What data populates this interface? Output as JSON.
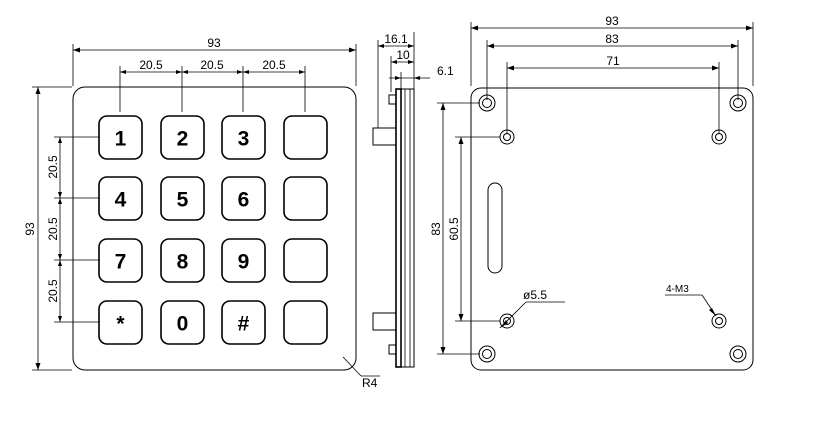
{
  "front_view": {
    "width_label": "93",
    "height_label": "93",
    "pitch_label": "20.5",
    "radius_label": "R4",
    "keys": [
      "1",
      "2",
      "3",
      "",
      "4",
      "5",
      "6",
      "",
      "7",
      "8",
      "9",
      "",
      "*",
      "0",
      "#",
      ""
    ]
  },
  "side_view": {
    "total_depth_label": "16.1",
    "mid_depth_label": "10",
    "plate_label": "6.1"
  },
  "back_view": {
    "width_label": "93",
    "outer_hole_span_label": "83",
    "inner_hole_span_label": "71",
    "height_hole_span_label": "83",
    "inner_height_span_label": "60.5",
    "hole_dia_label": "ø5.5",
    "thread_label": "4-M3"
  }
}
